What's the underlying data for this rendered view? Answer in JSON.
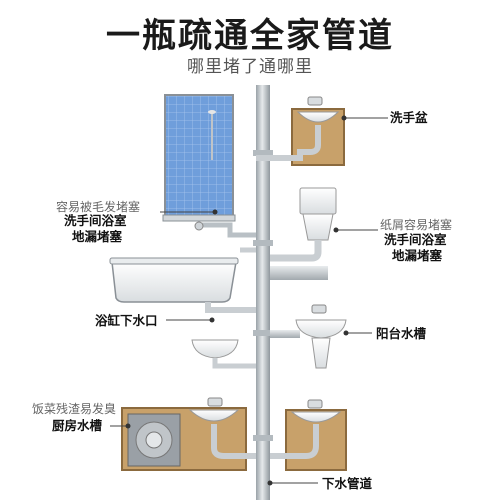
{
  "header": {
    "title": "一瓶疏通全家管道",
    "subtitle": "哪里堵了通哪里"
  },
  "callouts": {
    "wash_basin": "洗手盆",
    "hair_note": "容易被毛发堵塞",
    "bathroom_floor_left_1": "洗手间浴室",
    "bathroom_floor_left_2": "地漏堵塞",
    "paper_note": "纸屑容易堵塞",
    "bathroom_floor_right_1": "洗手间浴室",
    "bathroom_floor_right_2": "地漏堵塞",
    "bathtub_drain": "浴缸下水口",
    "balcony_sink": "阳台水槽",
    "food_note": "饭菜残渣易发臭",
    "kitchen_sink": "厨房水槽",
    "sewer_pipe": "下水管道"
  },
  "colors": {
    "pipe": "#c9ced2",
    "pipe_dark": "#9aa2a8",
    "cabinet": "#c8a16a",
    "cabinet_dark": "#8b6a3e",
    "tile_blue": "#5d8fd0"
  }
}
